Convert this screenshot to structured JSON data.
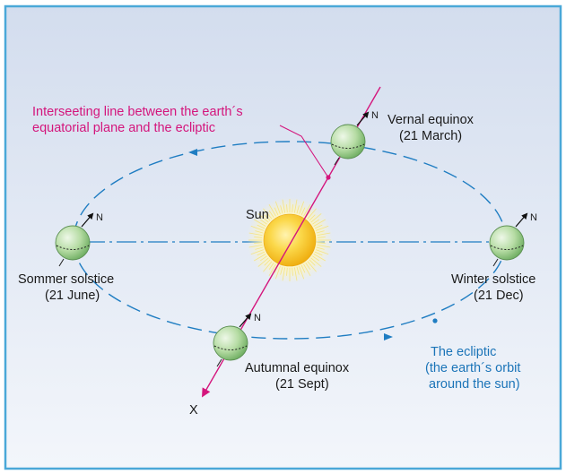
{
  "colors": {
    "background_top": "#d3ddee",
    "background_bottom": "#f3f6fb",
    "frame": "#4aa8d8",
    "orbit": "#1f7dc2",
    "intersecting_line": "#d4157c",
    "sun_core": "#f7c31a",
    "sun_glow": "#fff3a8",
    "earth": "#a9d49a",
    "label_text": "#1a1a1a",
    "annotation_magenta": "#d4157c",
    "annotation_blue": "#1b74b8"
  },
  "labels": {
    "sun": "Sun",
    "intersecting_line_line1": "Interseeting line between the earth´s",
    "intersecting_line_line2": "equatorial plane and the ecliptic",
    "vernal_name": "Vernal equinox",
    "vernal_date": "(21 March)",
    "summer_name": "Sommer solstice",
    "summer_date": "(21 June)",
    "winter_name": "Winter solstice",
    "winter_date": "(21 Dec)",
    "autumnal_name": "Autumnal equinox",
    "autumnal_date": "(21 Sept)",
    "ecliptic_line1": "The ecliptic",
    "ecliptic_line2": "(the earth´s orbit",
    "ecliptic_line3": "around the sun)",
    "x_axis": "X",
    "north": "N"
  },
  "icons": {
    "earth": "earth-globe-icon",
    "sun": "sun-icon",
    "north_arrow": "north-arrow-icon",
    "orbit_arrow": "orbit-direction-arrow-icon"
  }
}
